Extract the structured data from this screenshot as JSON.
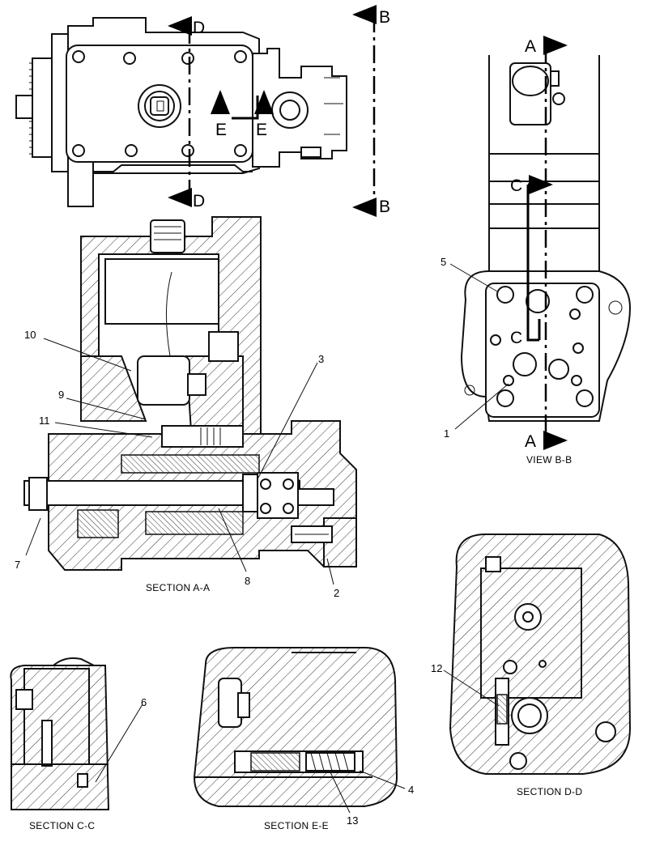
{
  "cut_labels": {
    "D_top": "D",
    "D_bottom": "D",
    "B_top": "B",
    "B_bottom": "B",
    "E_left": "E",
    "E_right": "E",
    "A_top": "A",
    "A_bottom": "A",
    "C_top": "C",
    "C_bottom": "C"
  },
  "captions": {
    "view_bb": "VIEW B-B",
    "section_aa": "SECTION  A-A",
    "section_cc": "SECTION  C-C",
    "section_ee": "SECTION E-E",
    "section_dd": "SECTION D-D"
  },
  "callouts": {
    "c1": "1",
    "c2": "2",
    "c3": "3",
    "c4": "4",
    "c5": "5",
    "c6": "6",
    "c7": "7",
    "c8": "8",
    "c9": "9",
    "c10": "10",
    "c11": "11",
    "c12": "12",
    "c13": "13"
  }
}
